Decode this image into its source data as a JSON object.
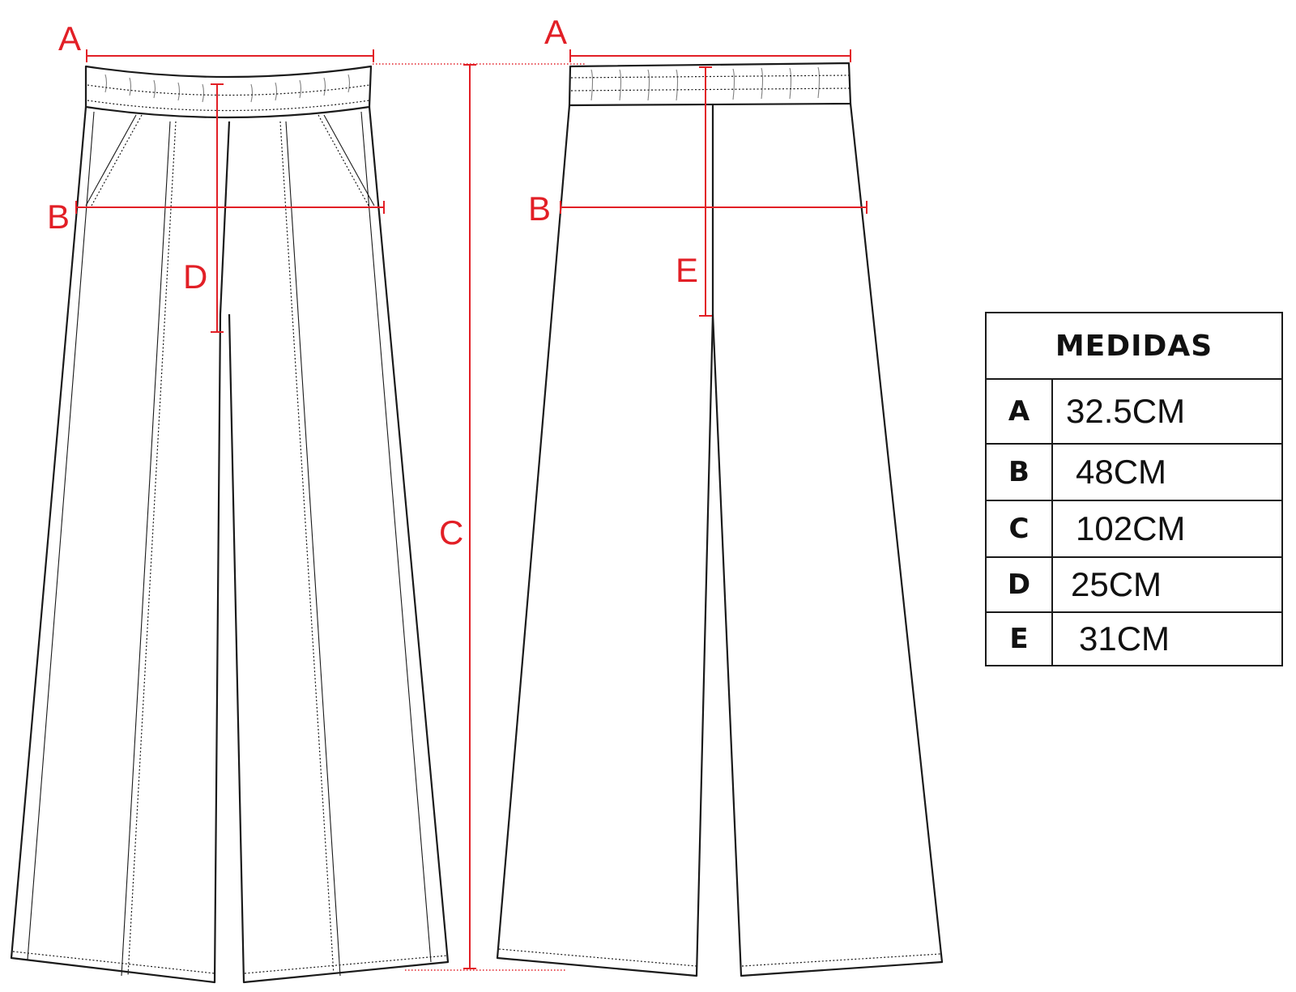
{
  "colors": {
    "measure": "#e21f26",
    "outline": "#1a1a1a"
  },
  "labels": {
    "front_a": "A",
    "front_b": "B",
    "front_c": "C",
    "front_d": "D",
    "back_a": "A",
    "back_b": "B",
    "back_e": "E"
  },
  "table": {
    "title": "MEDIDAS",
    "rows": [
      {
        "key": "A",
        "value": "32.5CM"
      },
      {
        "key": "B",
        "value": "48CM"
      },
      {
        "key": "C",
        "value": "102CM"
      },
      {
        "key": "D",
        "value": "25CM"
      },
      {
        "key": "E",
        "value": "31CM"
      }
    ]
  }
}
